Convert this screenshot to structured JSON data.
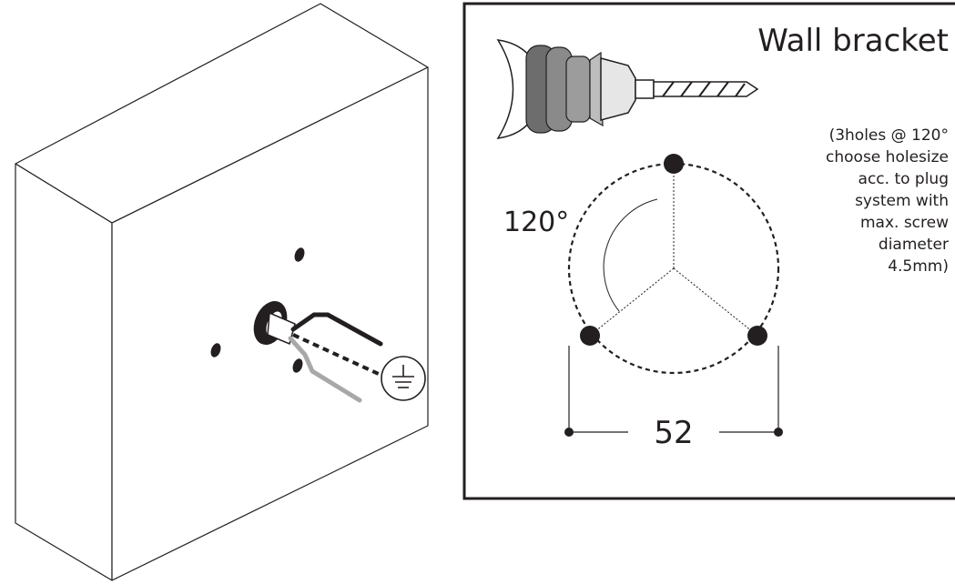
{
  "panel": {
    "title": "Wall bracket",
    "note_lines": [
      "(3holes @ 120°",
      "choose holesize",
      "acc. to plug",
      "system with",
      "max. screw",
      "diameter",
      "4.5mm)"
    ],
    "angle_label": "120°",
    "dimension_label": "52"
  },
  "icons": {
    "drill": "hole-saw-drill-icon",
    "ground": "ground-symbol-icon"
  },
  "colors": {
    "ink": "#231f20",
    "cable_grey": "#a8a8a8",
    "paper": "#ffffff"
  }
}
